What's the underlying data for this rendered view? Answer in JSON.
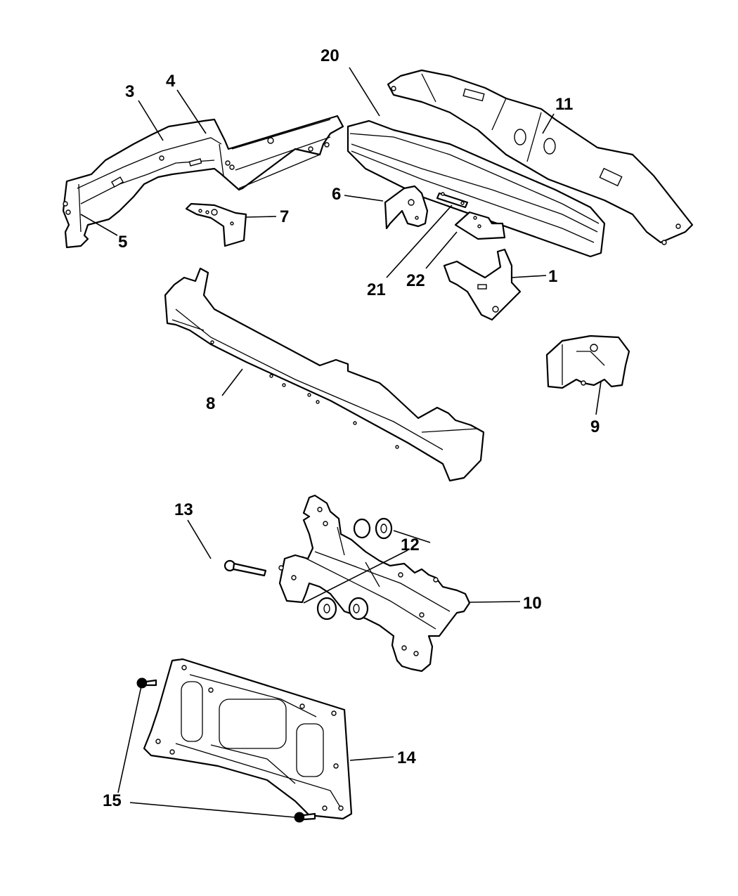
{
  "diagram": {
    "type": "exploded-parts-diagram",
    "background_color": "#ffffff",
    "line_color": "#000000",
    "callouts": [
      {
        "id": "1",
        "label": "1",
        "part": "bracket"
      },
      {
        "id": "3",
        "label": "3",
        "part": "frame-rail-front-left"
      },
      {
        "id": "4",
        "label": "4",
        "part": "frame-rail-extension"
      },
      {
        "id": "5",
        "label": "5",
        "part": "frame-rail-end-bracket"
      },
      {
        "id": "6",
        "label": "6",
        "part": "mount-bracket"
      },
      {
        "id": "7",
        "label": "7",
        "part": "support-bracket"
      },
      {
        "id": "8",
        "label": "8",
        "part": "crossmember"
      },
      {
        "id": "9",
        "label": "9",
        "part": "mount-bracket-assembly"
      },
      {
        "id": "10",
        "label": "10",
        "part": "rear-frame-rail"
      },
      {
        "id": "11",
        "label": "11",
        "part": "engine-cradle"
      },
      {
        "id": "12",
        "label": "12",
        "part": "bushing"
      },
      {
        "id": "13",
        "label": "13",
        "part": "bolt"
      },
      {
        "id": "14",
        "label": "14",
        "part": "skid-plate"
      },
      {
        "id": "15",
        "label": "15",
        "part": "screw"
      },
      {
        "id": "20",
        "label": "20",
        "part": "sill-reinforcement"
      },
      {
        "id": "21",
        "label": "21",
        "part": "plate"
      },
      {
        "id": "22",
        "label": "22",
        "part": "bracket-small"
      }
    ]
  }
}
